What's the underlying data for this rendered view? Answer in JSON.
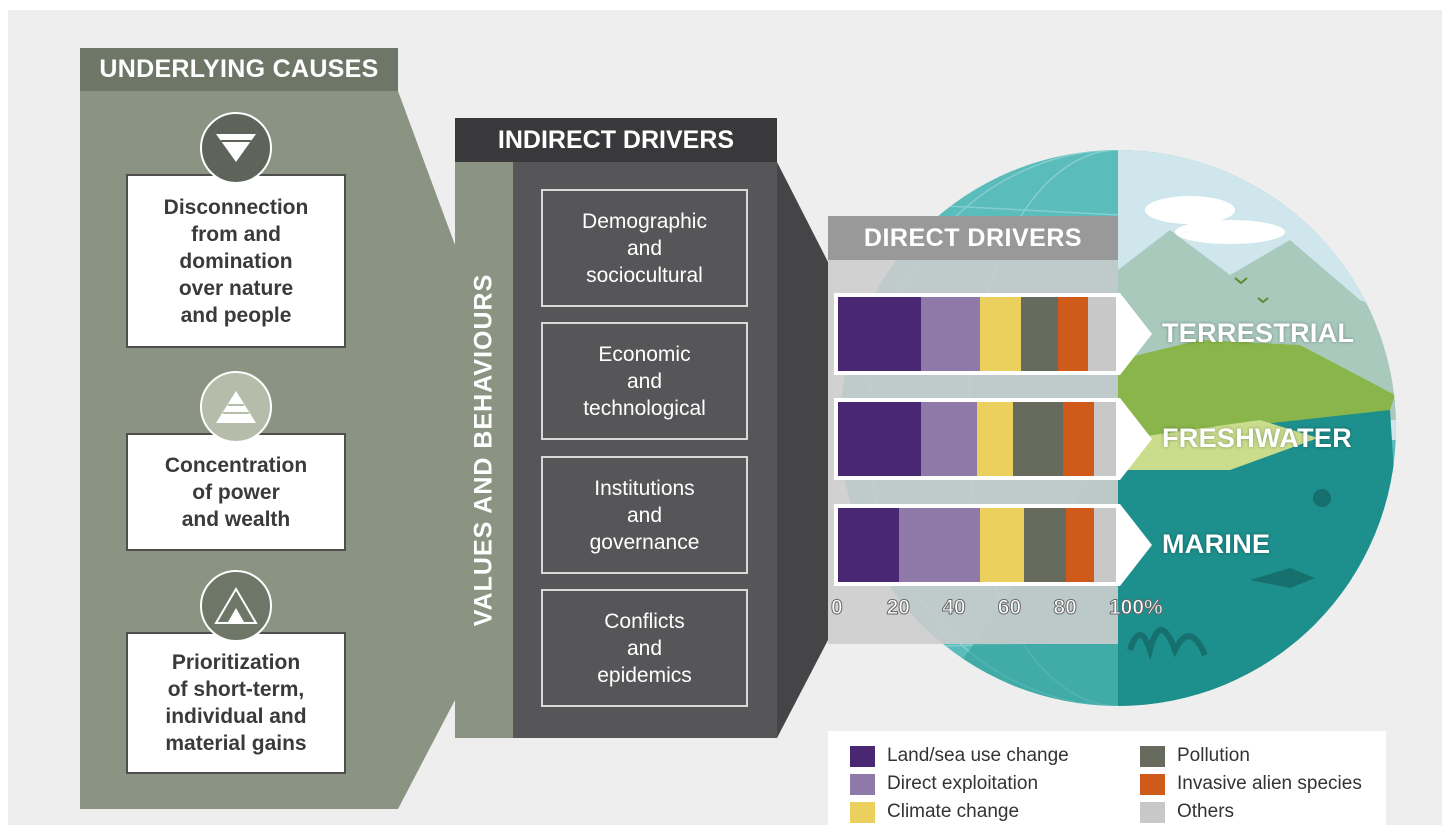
{
  "underlying_causes": {
    "title": "UNDERLYING CAUSES",
    "items": [
      {
        "label": "Disconnection from and domination over nature and people",
        "lines": [
          "Disconnection",
          "from and",
          "domination",
          "over nature",
          "and people"
        ],
        "icon": "inverted-triangle-icon"
      },
      {
        "label": "Concentration of power and wealth",
        "lines": [
          "Concentration",
          "of power",
          "and wealth"
        ],
        "icon": "pyramid-icon"
      },
      {
        "label": "Prioritization of short-term, individual and material gains",
        "lines": [
          "Prioritization",
          "of short-term,",
          "individual and",
          "material gains"
        ],
        "icon": "triangle-in-triangle-icon"
      }
    ]
  },
  "indirect_drivers": {
    "title": "INDIRECT DRIVERS",
    "side_label": "VALUES AND BEHAVIOURS",
    "items": [
      {
        "lines": [
          "Demographic",
          "and",
          "sociocultural"
        ]
      },
      {
        "lines": [
          "Economic",
          "and",
          "technological"
        ]
      },
      {
        "lines": [
          "Institutions",
          "and",
          "governance"
        ]
      },
      {
        "lines": [
          "Conflicts",
          "and",
          "epidemics"
        ]
      }
    ]
  },
  "chart_data": {
    "type": "bar",
    "orientation": "horizontal",
    "stacked": true,
    "title": "DIRECT DRIVERS",
    "categories": [
      "TERRESTRIAL",
      "FRESHWATER",
      "MARINE"
    ],
    "xlim": [
      0,
      100
    ],
    "xunit": "%",
    "x_ticks": [
      "0",
      "20",
      "40",
      "60",
      "80",
      "100%"
    ],
    "series": [
      {
        "name": "Land/sea use change",
        "color": "#4a2773",
        "values": [
          30,
          30,
          22
        ]
      },
      {
        "name": "Direct exploitation",
        "color": "#8f79a8",
        "values": [
          21,
          20,
          29
        ]
      },
      {
        "name": "Climate change",
        "color": "#ebd05e",
        "values": [
          15,
          13,
          16
        ]
      },
      {
        "name": "Pollution",
        "color": "#666b5e",
        "values": [
          13,
          18,
          15
        ]
      },
      {
        "name": "Invasive alien species",
        "color": "#d05a1a",
        "values": [
          11,
          11,
          10
        ]
      },
      {
        "name": "Others",
        "color": "#c8c8c8",
        "values": [
          10,
          8,
          8
        ]
      }
    ],
    "legend_position": "bottom-right"
  },
  "colors": {
    "olive": "#8b9482",
    "olive_dark": "#6e7667",
    "indirect_dark": "#39393b",
    "indirect_panel": "#565557",
    "globe_teal": "#5bbcbc",
    "ocean": "#1d8f8d"
  }
}
